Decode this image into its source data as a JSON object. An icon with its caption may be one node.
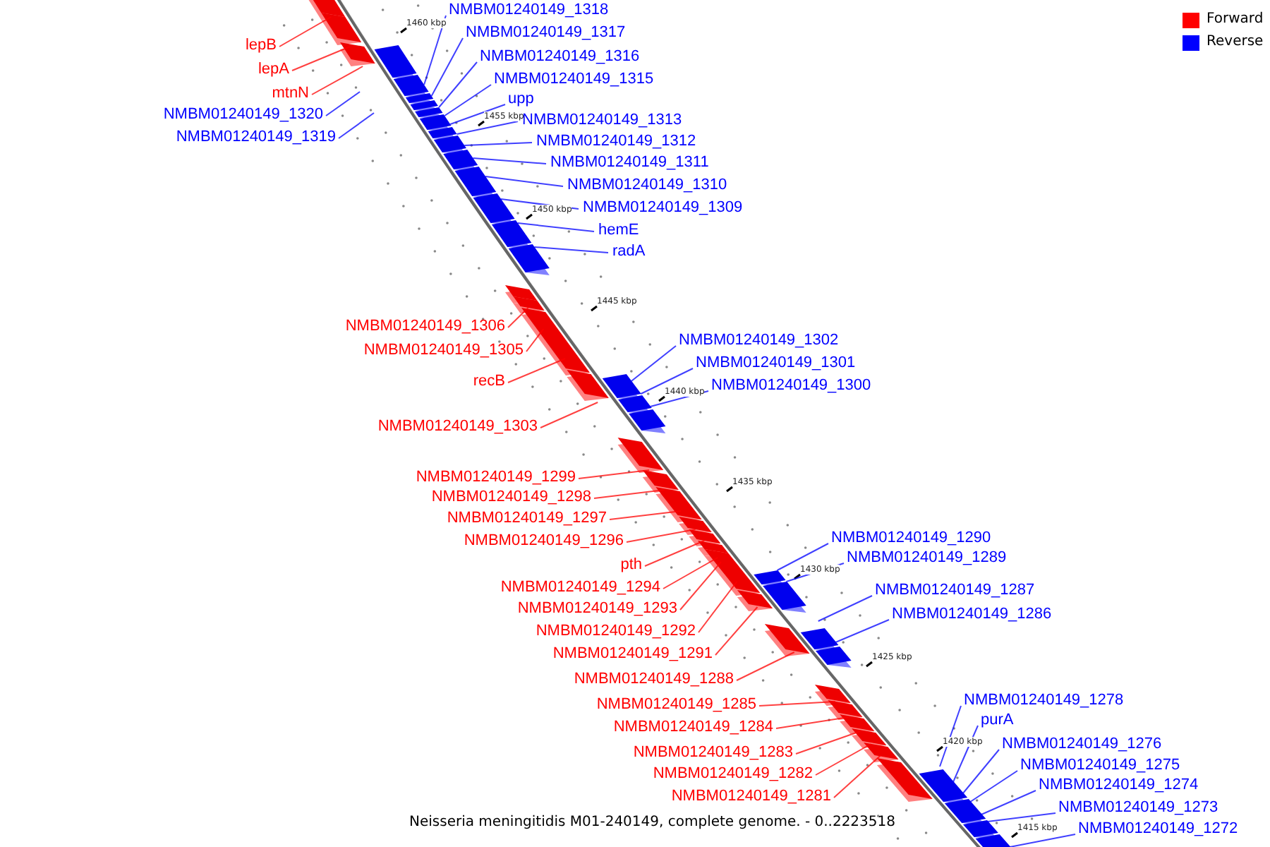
{
  "diagram": {
    "caption": "Neisseria meningitidis M01-240149, complete genome. - 0..2223518",
    "nodes": [
      {
        "text": [
          "NMBM01240149_1318"
        ]
      },
      {
        "text": [
          "NMBM01240149_1317"
        ]
      },
      {
        "text": [
          "lepB"
        ]
      },
      {
        "text": [
          "NMBM01240149_1316"
        ]
      },
      {
        "text": [
          "lepA"
        ]
      },
      {
        "text": [
          "NMBM01240149_1315"
        ]
      },
      {
        "text": [
          "mtnN"
        ]
      },
      {
        "text": [
          "upp"
        ]
      },
      {
        "text": [
          "NMBM01240149_1320"
        ]
      },
      {
        "text": [
          "NMBM01240149_1313"
        ]
      },
      {
        "text": [
          "NMBM01240149_1319"
        ]
      },
      {
        "text": [
          "NMBM01240149_1312"
        ]
      },
      {
        "text": [
          "NMBM01240149_1311"
        ]
      },
      {
        "text": [
          "NMBM01240149_1310"
        ]
      },
      {
        "text": [
          "NMBM01240149_1309"
        ]
      },
      {
        "text": [
          "hemE"
        ]
      },
      {
        "text": [
          "radA"
        ]
      },
      {
        "text": [
          "NMBM01240149_1306"
        ]
      },
      {
        "text": [
          "NMBM01240149_1302"
        ]
      },
      {
        "text": [
          "NMBM01240149_1305"
        ]
      },
      {
        "text": [
          "NMBM01240149_1301"
        ]
      },
      {
        "text": [
          "recB"
        ]
      },
      {
        "text": [
          "NMBM01240149_1300"
        ]
      },
      {
        "text": [
          "NMBM01240149_1303"
        ]
      },
      {
        "text": [
          "NMBM01240149_1299"
        ]
      },
      {
        "text": [
          "NMBM01240149_1298"
        ]
      },
      {
        "text": [
          "NMBM01240149_1297"
        ]
      },
      {
        "text": [
          "NMBM01240149_1290"
        ]
      },
      {
        "text": [
          "NMBM01240149_1296"
        ]
      },
      {
        "text": [
          "NMBM01240149_1289"
        ]
      },
      {
        "text": [
          "pth"
        ]
      },
      {
        "text": [
          "NMBM01240149_1294"
        ]
      },
      {
        "text": [
          "NMBM01240149_1287"
        ]
      },
      {
        "text": [
          "NMBM01240149_1293"
        ]
      },
      {
        "text": [
          "NMBM01240149_1286"
        ]
      },
      {
        "text": [
          "NMBM01240149_1292"
        ]
      },
      {
        "text": [
          "NMBM01240149_1291"
        ]
      },
      {
        "text": [
          "NMBM01240149_1288"
        ]
      },
      {
        "text": [
          "NMBM01240149_1278"
        ]
      },
      {
        "text": [
          "NMBM01240149_1285"
        ]
      },
      {
        "text": [
          "purA"
        ]
      },
      {
        "text": [
          "NMBM01240149_1284"
        ]
      },
      {
        "text": [
          "NMBM01240149_1276"
        ]
      },
      {
        "text": [
          "NMBM01240149_1283"
        ]
      },
      {
        "text": [
          "NMBM01240149_1275"
        ]
      },
      {
        "text": [
          "NMBM01240149_1282"
        ]
      },
      {
        "text": [
          "NMBM01240149_1274"
        ]
      },
      {
        "text": [
          "NMBM01240149_1281"
        ]
      },
      {
        "text": [
          "NMBM01240149_1273"
        ]
      },
      {
        "text": [
          "NMBM01240149_1272"
        ]
      }
    ],
    "edges": [
      {
        "from": 0,
        "to": null,
        "arrow": "none"
      },
      {
        "from": 1,
        "to": null,
        "arrow": "none"
      },
      {
        "from": 2,
        "to": null,
        "arrow": "none",
        "color": "#ff0000"
      },
      {
        "from": 3,
        "to": null,
        "arrow": "none"
      },
      {
        "from": 4,
        "to": null,
        "arrow": "none",
        "color": "#ff0000"
      },
      {
        "from": 5,
        "to": null,
        "arrow": "none"
      },
      {
        "from": 6,
        "to": null,
        "arrow": "none",
        "color": "#ff0000"
      },
      {
        "from": 7,
        "to": null,
        "arrow": "none"
      },
      {
        "from": 8,
        "to": null,
        "arrow": "none"
      },
      {
        "from": 9,
        "to": null,
        "arrow": "none"
      },
      {
        "from": 10,
        "to": null,
        "arrow": "none"
      },
      {
        "from": 11,
        "to": null,
        "arrow": "none"
      },
      {
        "from": 12,
        "to": null,
        "arrow": "none"
      },
      {
        "from": 13,
        "to": null,
        "arrow": "none"
      },
      {
        "from": 14,
        "to": null,
        "arrow": "none"
      },
      {
        "from": 15,
        "to": null,
        "arrow": "none"
      },
      {
        "from": 16,
        "to": null,
        "arrow": "none"
      },
      {
        "from": 17,
        "to": null,
        "arrow": "none",
        "color": "#ff0000"
      },
      {
        "from": 18,
        "to": null,
        "arrow": "none"
      },
      {
        "from": 19,
        "to": null,
        "arrow": "none",
        "color": "#ff0000"
      },
      {
        "from": 20,
        "to": null,
        "arrow": "none"
      },
      {
        "from": 21,
        "to": null,
        "arrow": "none",
        "color": "#ff0000"
      },
      {
        "from": 22,
        "to": null,
        "arrow": "none"
      },
      {
        "from": 23,
        "to": null,
        "arrow": "none",
        "color": "#ff0000"
      },
      {
        "from": 24,
        "to": null,
        "arrow": "none",
        "color": "#ff0000"
      },
      {
        "from": 25,
        "to": null,
        "arrow": "none",
        "color": "#ff0000"
      },
      {
        "from": 26,
        "to": null,
        "arrow": "none",
        "color": "#ff0000"
      },
      {
        "from": 27,
        "to": null,
        "arrow": "none"
      },
      {
        "from": 28,
        "to": null,
        "arrow": "none",
        "color": "#ff0000"
      },
      {
        "from": 29,
        "to": null,
        "arrow": "none"
      },
      {
        "from": 30,
        "to": null,
        "arrow": "none",
        "color": "#ff0000"
      },
      {
        "from": 31,
        "to": null,
        "arrow": "none",
        "color": "#ff0000"
      },
      {
        "from": 32,
        "to": null,
        "arrow": "none"
      },
      {
        "from": 33,
        "to": null,
        "arrow": "none",
        "color": "#ff0000"
      },
      {
        "from": 34,
        "to": null,
        "arrow": "none"
      },
      {
        "from": 35,
        "to": null,
        "arrow": "none",
        "color": "#ff0000"
      },
      {
        "from": 36,
        "to": null,
        "arrow": "none",
        "color": "#ff0000"
      },
      {
        "from": 37,
        "to": null,
        "arrow": "none",
        "color": "#ff0000"
      },
      {
        "from": 38,
        "to": null,
        "arrow": "none"
      },
      {
        "from": 39,
        "to": null,
        "arrow": "none",
        "color": "#ff0000"
      },
      {
        "from": 40,
        "to": null,
        "arrow": "none"
      },
      {
        "from": 41,
        "to": null,
        "arrow": "none",
        "color": "#ff0000"
      },
      {
        "from": 42,
        "to": null,
        "arrow": "none"
      },
      {
        "from": 43,
        "to": null,
        "arrow": "none",
        "color": "#ff0000"
      },
      {
        "from": 44,
        "to": null,
        "arrow": "none"
      },
      {
        "from": 45,
        "to": null,
        "arrow": "none",
        "color": "#ff0000"
      },
      {
        "from": 46,
        "to": null,
        "arrow": "none"
      },
      {
        "from": 47,
        "to": null,
        "arrow": "none",
        "color": "#ff0000"
      },
      {
        "from": 48,
        "to": null,
        "arrow": "none"
      },
      {
        "from": 49,
        "to": null,
        "arrow": "none"
      }
    ],
    "labels": [
      "1460 kbp",
      "1455 kbp",
      "1450 kbp",
      "1445 kbp",
      "1440 kbp",
      "1435 kbp",
      "1430 kbp",
      "1425 kbp",
      "1420 kbp",
      "1415 kbp"
    ],
    "legend": [
      {
        "text": "Forward",
        "color": "#ff0000"
      },
      {
        "text": "Reverse",
        "color": "#0000ff"
      }
    ]
  }
}
